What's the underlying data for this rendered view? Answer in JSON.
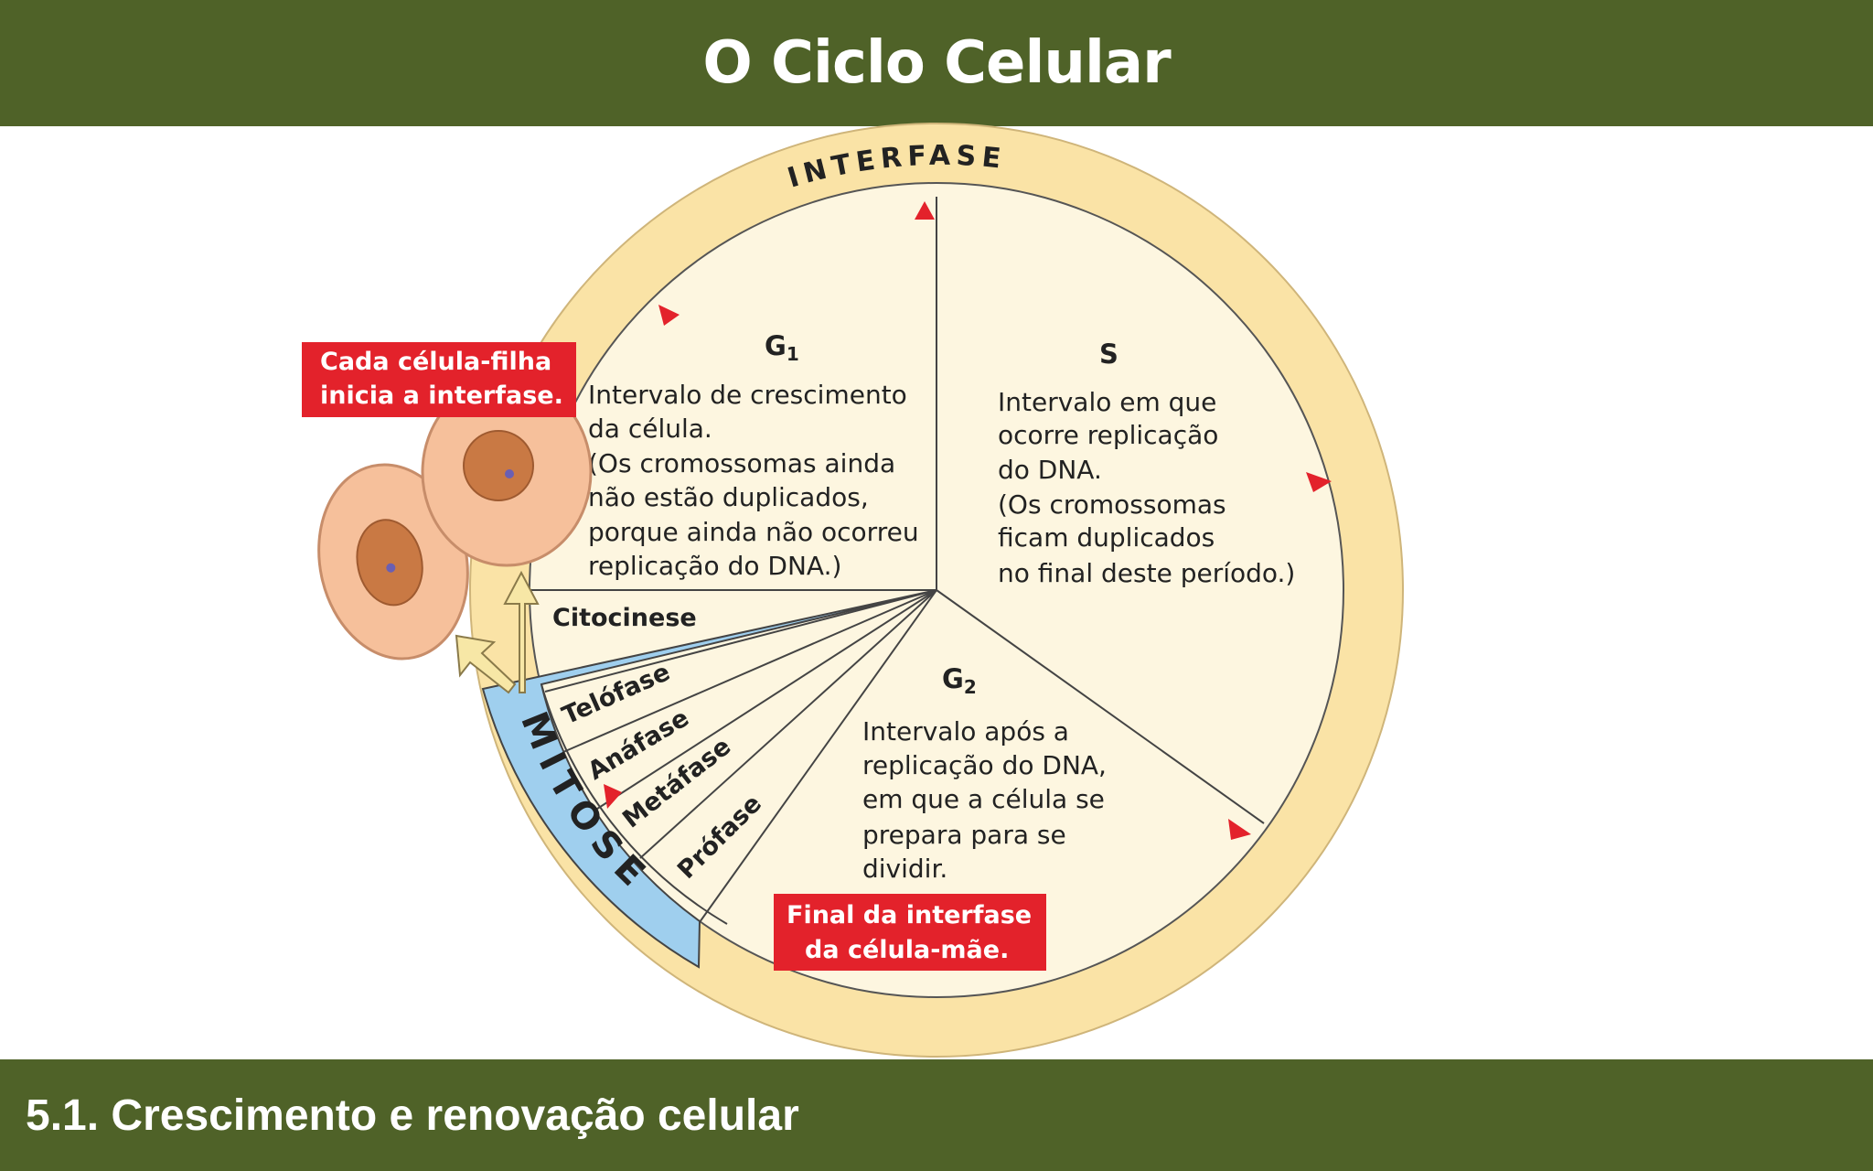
{
  "header": {
    "title": "O Ciclo Celular"
  },
  "footer": {
    "section": "5.1. Crescimento e renovação celular"
  },
  "diagram": {
    "ring_label": "INTERFASE",
    "mitosis_label": "MITOSE",
    "g1": {
      "title": "G",
      "sub": "1",
      "lines": [
        "Intervalo de crescimento",
        "da célula.",
        "(Os cromossomas ainda",
        "não estão duplicados,",
        "porque ainda não ocorreu",
        "replicação do DNA.)"
      ]
    },
    "s": {
      "title": "S",
      "lines": [
        "Intervalo em que",
        "ocorre replicação",
        "do DNA.",
        "(Os cromossomas",
        "ficam duplicados",
        "no final deste período.)"
      ]
    },
    "g2": {
      "title": "G",
      "sub": "2",
      "lines": [
        "Intervalo após a",
        "replicação do DNA,",
        "em que a célula se",
        "prepara para se",
        "dividir."
      ]
    },
    "citocinese": "Citocinese",
    "phases": [
      "Telófase",
      "Anáfase",
      "Metáfase",
      "Prófase"
    ],
    "callout_daughter": [
      "Cada célula-filha",
      "inicia a interfase."
    ],
    "callout_end": [
      "Final da interfase",
      "da célula-mãe."
    ],
    "colors": {
      "header": "#4f6228",
      "ring": "#fae3a6",
      "inner": "#fdf6e0",
      "mitosis": "#9fcfee",
      "callout": "#e3222b",
      "arrow": "#e3222b"
    }
  }
}
